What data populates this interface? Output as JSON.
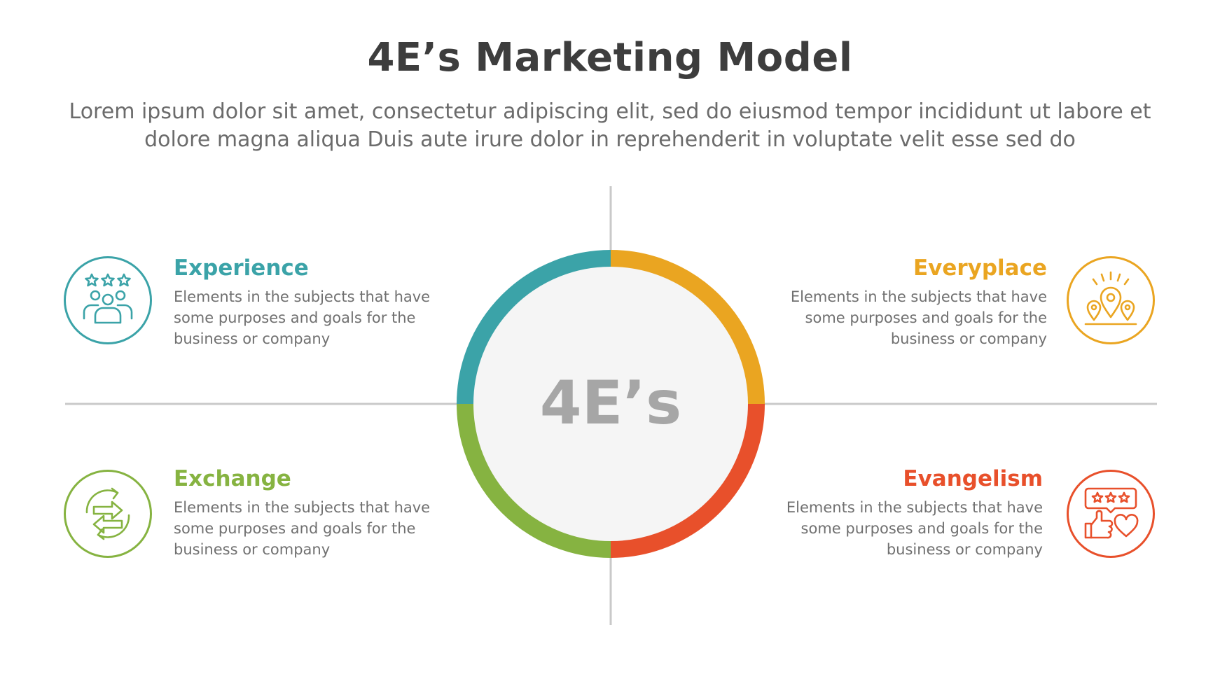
{
  "title": "4E’s Marketing Model",
  "subtitle": "Lorem ipsum dolor sit amet, consectetur adipiscing elit, sed do eiusmod tempor incididunt ut labore et dolore magna aliqua Duis aute irure dolor in reprehenderit in voluptate velit esse sed do",
  "center_label": "4E’s",
  "colors": {
    "experience": "#3ba3a8",
    "everyplace": "#eaa521",
    "exchange": "#86b341",
    "evangelism": "#e8502b",
    "divider": "#c9c9c9",
    "center_fill": "#f5f5f5",
    "center_text": "#a6a6a6"
  },
  "items": {
    "experience": {
      "heading": "Experience",
      "description": "Elements in the subjects that have\nsome purposes and goals for the\nbusiness or company",
      "icon": "rated-people-icon"
    },
    "everyplace": {
      "heading": "Everyplace",
      "description": "Elements in the subjects that have\nsome purposes and goals for the\nbusiness or company",
      "icon": "location-pins-icon"
    },
    "exchange": {
      "heading": "Exchange",
      "description": "Elements in the subjects that have\nsome purposes and goals for the\nbusiness or company",
      "icon": "exchange-arrows-icon"
    },
    "evangelism": {
      "heading": "Evangelism",
      "description": "Elements in the subjects that have\nsome purposes and goals for the\nbusiness or company",
      "icon": "review-like-heart-icon"
    }
  }
}
